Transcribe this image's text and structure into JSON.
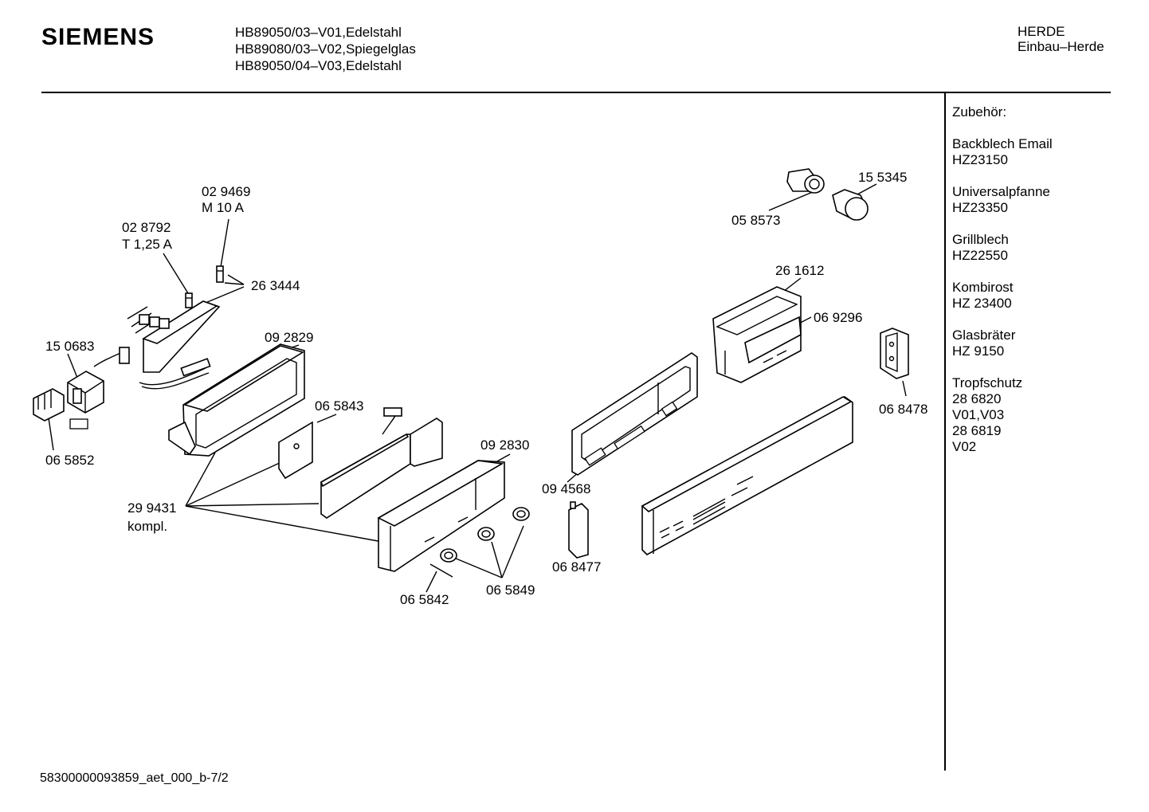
{
  "header": {
    "brand": "SIEMENS",
    "models": [
      "HB89050/03–V01,Edelstahl",
      "HB89080/03–V02,Spiegelglas",
      "HB89050/04–V03,Edelstahl"
    ],
    "category": "HERDE",
    "subcategory": "Einbau–Herde"
  },
  "accessories": {
    "title": "Zubehör:",
    "items": [
      {
        "lines": [
          "Backblech Email",
          "HZ23150"
        ]
      },
      {
        "lines": [
          "Universalpfanne",
          "HZ23350"
        ]
      },
      {
        "lines": [
          "Grillblech",
          "HZ22550"
        ]
      },
      {
        "lines": [
          "Kombirost",
          "HZ 23400"
        ]
      },
      {
        "lines": [
          "Glasbräter",
          "HZ 9150"
        ]
      },
      {
        "lines": [
          "Tropfschutz",
          "28 6820",
          "V01,V03",
          "28 6819",
          "V02"
        ]
      }
    ]
  },
  "parts": {
    "p029469": "02 9469",
    "p029469_sub": "M 10 A",
    "p028792": "02 8792",
    "p028792_sub": "T 1,25 A",
    "p263444": "26 3444",
    "p150683": "15 0683",
    "p092829": "09 2829",
    "p065843": "06 5843",
    "p065852": "06 5852",
    "p299431": "29 9431",
    "p299431_sub": "kompl.",
    "p092830": "09 2830",
    "p065842": "06 5842",
    "p065849": "06 5849",
    "p094568": "09 4568",
    "p068477": "06 8477",
    "p058573": "05 8573",
    "p155345": "15 5345",
    "p261612": "26 1612",
    "p069296": "06 9296",
    "p068478": "06 8478"
  },
  "footer": {
    "doc_id": "58300000093859_aet_000_b-7/2"
  }
}
